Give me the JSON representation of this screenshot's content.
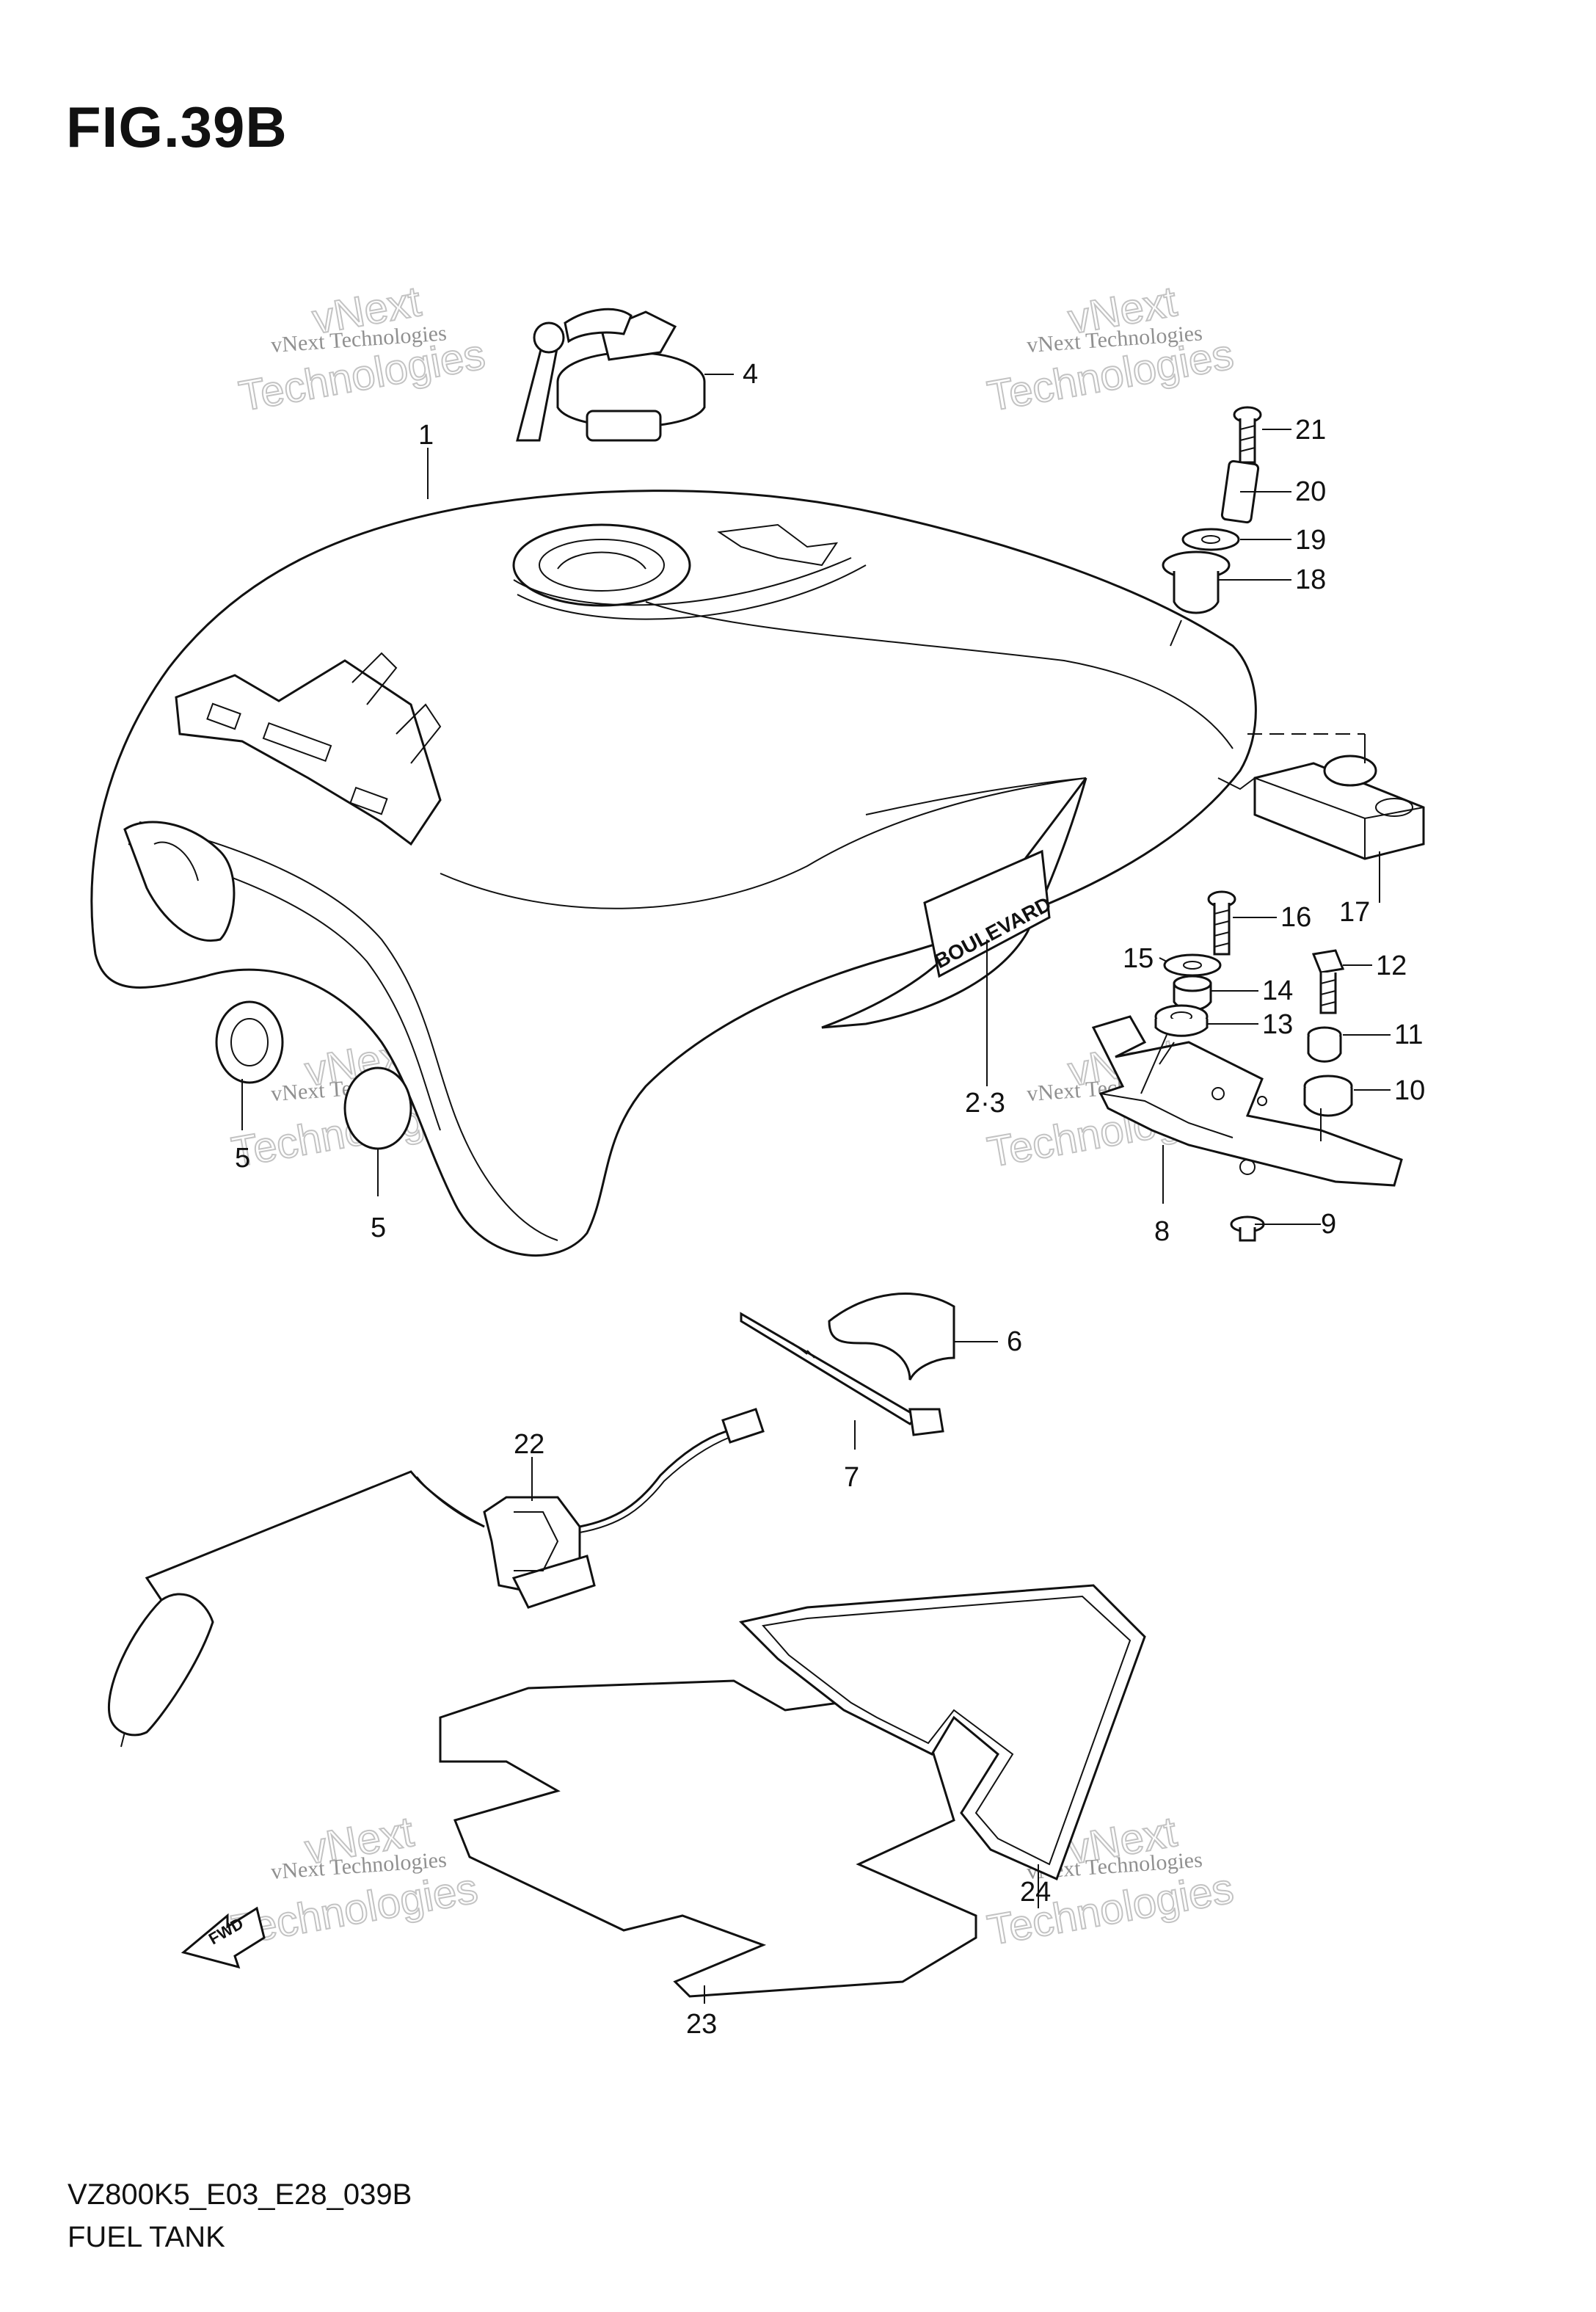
{
  "figure": {
    "title": "FIG.39B",
    "model_code": "VZ800K5_E03_E28_039B",
    "section_name": "FUEL TANK"
  },
  "watermark": {
    "line1": "vNext Technologies",
    "line2a": "vNext",
    "line2b": "Technologies"
  },
  "callouts": {
    "p1": "1",
    "p2_3": "2·3",
    "p4": "4",
    "p5a": "5",
    "p5b": "5",
    "p6": "6",
    "p7": "7",
    "p8": "8",
    "p9": "9",
    "p10": "10",
    "p11": "11",
    "p12": "12",
    "p13": "13",
    "p14": "14",
    "p15": "15",
    "p16": "16",
    "p17": "17",
    "p18": "18",
    "p19": "19",
    "p20": "20",
    "p21": "21",
    "p22": "22",
    "p23": "23",
    "p24": "24"
  },
  "emblem_text": "BOULEVARD",
  "direction_arrow": "FWD",
  "icons": {
    "fuel_tank": "fuel-tank-icon",
    "fuel_cap": "fuel-cap-icon",
    "cushion": "cushion-icon",
    "bracket": "bracket-icon",
    "fuel_gauge_sender": "fuel-level-sender-icon",
    "protector_pad": "protector-pad-icon",
    "cable_tie": "cable-tie-icon",
    "fwd_arrow": "fwd-arrow-icon"
  }
}
